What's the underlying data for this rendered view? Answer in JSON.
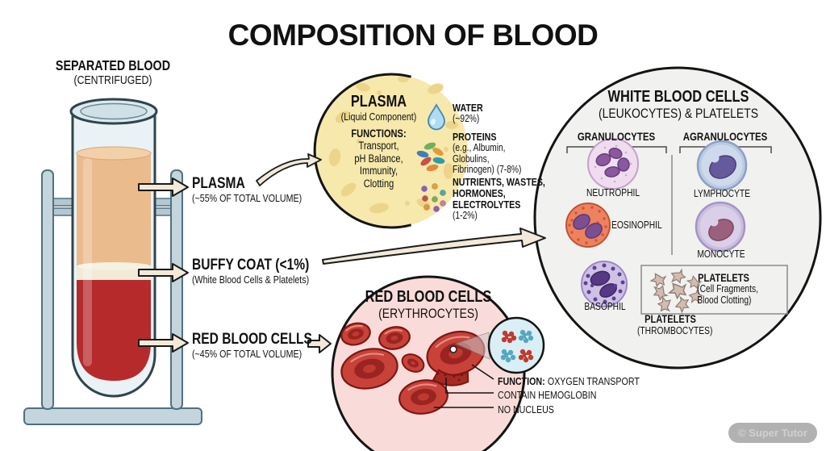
{
  "title": "COMPOSITION OF BLOOD",
  "tube_label": {
    "line1": "SEPARATED BLOOD",
    "line2": "(CENTRIFUGED)"
  },
  "layer_labels": {
    "plasma": {
      "name": "PLASMA",
      "detail": "(~55% OF TOTAL VOLUME)"
    },
    "buffy": {
      "name": "BUFFY COAT (<1%)",
      "detail": "(White Blood Cells & Platelets)"
    },
    "rbc": {
      "name": "RED BLOOD CELLS",
      "detail": "(~45% OF TOTAL VOLUME)"
    }
  },
  "plasma_circle": {
    "title": "PLASMA",
    "subtitle": "(Liquid Component)",
    "functions_heading": "FUNCTIONS:",
    "functions_lines": [
      "Transport,",
      "pH Balance,",
      "Immunity,",
      "Clotting"
    ],
    "water": {
      "name": "WATER",
      "amount": "(~92%)"
    },
    "proteins": {
      "name": "PROTEINS",
      "lines": [
        "(e.g., Albumin,",
        "Globulins,",
        "Fibrinogen) (7-8%)"
      ]
    },
    "nutrients": {
      "lines": [
        "NUTRIENTS, WASTES,",
        "HORMONES,",
        "ELECTROLYTES"
      ],
      "amount": "(1-2%)"
    }
  },
  "rbc_circle": {
    "title": "RED BLOOD CELLS",
    "subtitle": "(ERYTHROCYTES)",
    "function_label": "FUNCTION:",
    "function_text": "OXYGEN TRANSPORT",
    "fact2": "CONTAIN HEMOGLOBIN",
    "fact3": "NO NUCLEUS"
  },
  "wbc_circle": {
    "title": "WHITE BLOOD CELLS",
    "subtitle": "(LEUKOCYTES) & PLATELETS",
    "granulocytes_header": "GRANULOCYTES",
    "agranulocytes_header": "AGRANULOCYTES",
    "neutrophil": "NEUTROPHIL",
    "eosinophil": "EOSINOPHIL",
    "basophil": "BASOPHIL",
    "lymphocyte": "LYMPHOCYTE",
    "monocyte": "MONOCYTE",
    "platelets_box_title": "PLATELETS",
    "platelets_box_lines": [
      "(Cell Fragments,",
      "Blood Clotting)"
    ],
    "platelets_label_title": "PLATELETS",
    "platelets_label_sub": "(THROMBOCYTES)"
  },
  "watermark": "© Super Tutor",
  "icons": {
    "water": "water-droplet-icon",
    "proteins": "protein-pills-icon",
    "solutes": "solute-dots-icon",
    "magnifier": "hemoglobin-inset-icon"
  },
  "colors": {
    "background": "#FFFFFF",
    "plasma_layer": "#E9BB8D",
    "buffy_coat_layer": "#F0EAD7",
    "rbc_layer": "#B72A2C",
    "plasma_circle_fill": "#F7E8AC",
    "rbc_circle_fill": "#F9DCD9",
    "wbc_circle_fill": "#F1F1EF",
    "arrow_fill": "#F2E9D8",
    "stand_gray": "#C5D5DD",
    "outline_black": "#141414"
  }
}
